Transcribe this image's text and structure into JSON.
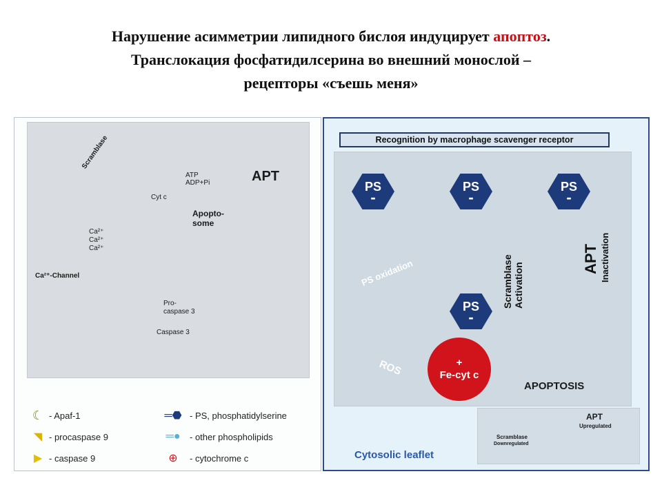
{
  "title": {
    "line1_pre": "Нарушение асимметрии липидного бислоя индуцирует ",
    "line1_highlight": "апоптоз",
    "line1_post": ".",
    "line2": "Транслокация  фосфатидилсерина  во внешний монослой –",
    "line3": "рецепторы «съешь меня»",
    "highlight_color": "#c0141c"
  },
  "left_panel": {
    "scramblase": "Scramblase",
    "apt": "APT",
    "atp": "ATP",
    "adp": "ADP+Pi",
    "cyt_c": "Cyt c",
    "apoptosome": "Apopto-\nsome",
    "ca2": "Ca²⁺",
    "ca_channel": "Ca²⁺-Channel",
    "procaspase3": "Pro-\ncaspase 3",
    "caspase3": "Caspase 3"
  },
  "legend": [
    {
      "icon": "apaf1-icon",
      "label": "- Apaf-1",
      "color": "#7a8a2a"
    },
    {
      "icon": "procaspase9-icon",
      "label": "- procaspase 9",
      "color": "#d9b400"
    },
    {
      "icon": "caspase9-icon",
      "label": "- caspase 9",
      "color": "#e0c000"
    },
    {
      "icon": "ps-lipid-icon",
      "label": "- PS, phosphatidylserine",
      "color": "#1d3a7a"
    },
    {
      "icon": "phospholipid-icon",
      "label": "- other phospholipids",
      "color": "#5ab0d0"
    },
    {
      "icon": "cytochrome-c-icon",
      "label": "- cytochrome c",
      "color": "#d1131b"
    }
  ],
  "right_panel": {
    "recognition": "Recognition by macrophage scavenger receptor",
    "ps": "PS",
    "minus": "-",
    "plus": "+",
    "ps_oxidation": "PS oxidation",
    "ros": "ROS",
    "fe_cyt": "Fe-cyt c",
    "scramblase_activation": "Scramblase\nActivation",
    "apt_inactivation_title": "APT",
    "apt_inactivation": "Inactivation",
    "apoptosis": "APOPTOSIS",
    "apt_upregulated_title": "APT",
    "apt_upregulated": "Upregulated",
    "scramblase_downregulated_title": "Scramblase",
    "scramblase_downregulated": "Downregulated",
    "cytosolic_leaflet": "Cytosolic leaflet"
  },
  "colors": {
    "ps_blue": "#1d3a7a",
    "cytochrome_red": "#d1131b",
    "panel_border": "#2f4a8a",
    "cytosolic_text": "#2a58a8"
  }
}
